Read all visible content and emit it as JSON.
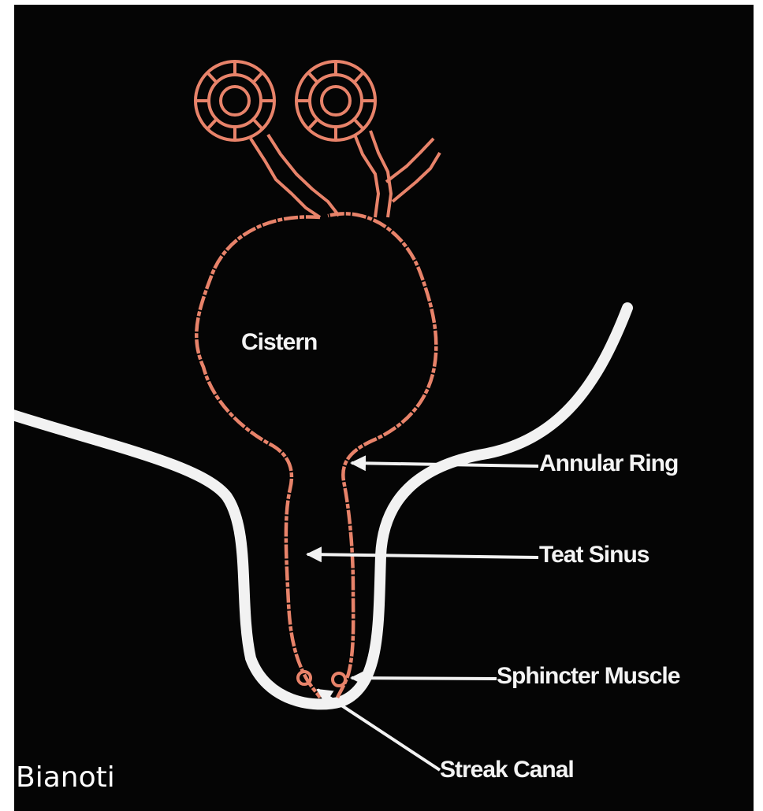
{
  "diagram": {
    "background_color": "#050505",
    "duct_color": "#e8836a",
    "teat_wall_color": "#f2f2f2",
    "label_color": "#f4f4f4",
    "labels": {
      "cistern": "Cistern",
      "annular_ring": "Annular Ring",
      "teat_sinus": "Teat Sinus",
      "sphincter_muscle": "Sphincter Muscle",
      "streak_canal": "Streak Canal"
    },
    "credit": "Bianoti"
  }
}
